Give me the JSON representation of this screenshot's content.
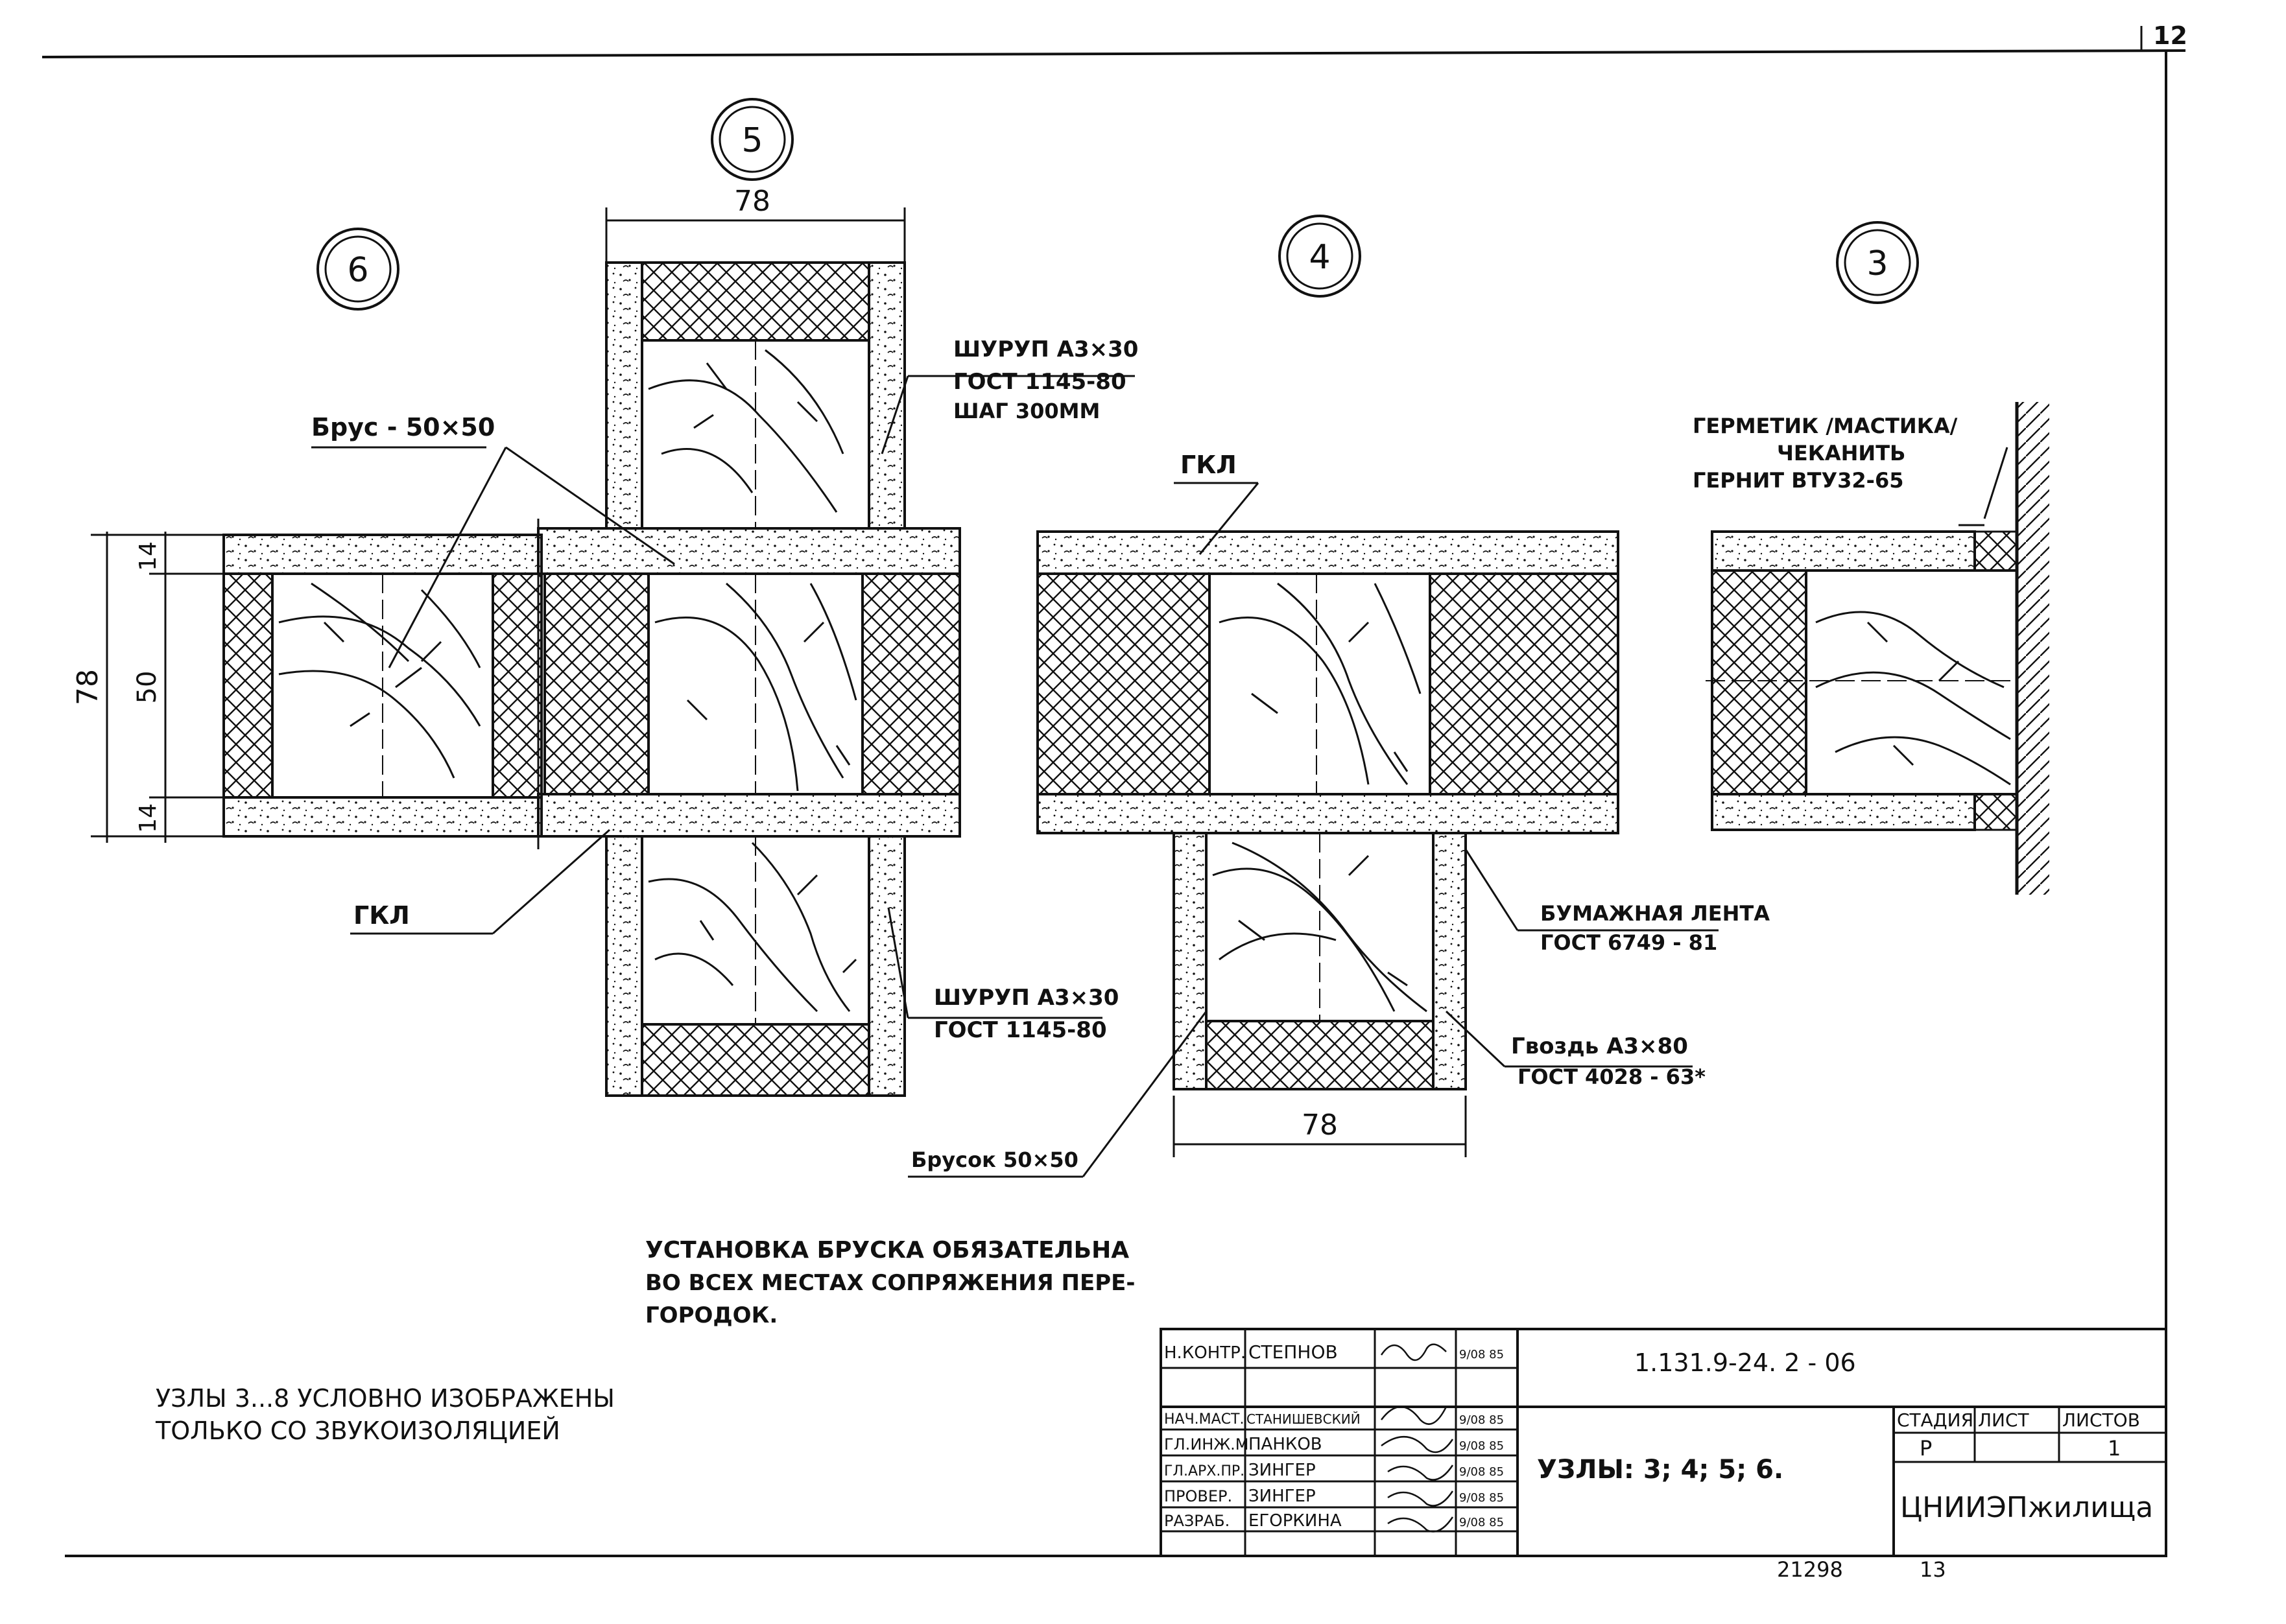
{
  "sheet_number": "12",
  "nodes": {
    "n6": "6",
    "n5": "5",
    "n4": "4",
    "n3": "3"
  },
  "dims": {
    "top_78": "78",
    "bottom_78": "78",
    "left_78": "78",
    "d14_top": "14",
    "d50": "50",
    "d14_bot": "14"
  },
  "labels": {
    "brus": "Брус - 50×50",
    "shurup_top_1": "ШУРУП А3×30",
    "shurup_top_2": "ГОСТ 1145-80",
    "shurup_top_3": "ШАГ 300ММ",
    "gkl_left": "ГКЛ",
    "gkl_mid": "ГКЛ",
    "germetik_1": "ГЕРМЕТИК /МАСТИКА/",
    "germetik_2": "ЧЕКАНИТЬ",
    "germetik_3": "ГЕРНИТ ВТУ32-65",
    "lenta_1": "БУМАЖНАЯ ЛЕНТА",
    "lenta_2": "ГОСТ 6749 - 81",
    "shurup_bot_1": "ШУРУП А3×30",
    "shurup_bot_2": "ГОСТ 1145-80",
    "gvozd_1": "Гвоздь А3×80",
    "gvozd_2": "ГОСТ 4028 - 63*",
    "brusok": "Брусок 50×50"
  },
  "notes": {
    "note1_line1": "УСТАНОВКА БРУСКА ОБЯЗАТЕЛЬНА",
    "note1_line2": "ВО ВСЕХ МЕСТАХ СОПРЯЖЕНИЯ ПЕРЕ-",
    "note1_line3": "ГОРОДОК.",
    "note2_line1": "УЗЛЫ 3...8 УСЛОВНО ИЗОБРАЖЕНЫ",
    "note2_line2": "ТОЛЬКО СО ЗВУКОИЗОЛЯЦИЕЙ"
  },
  "title_block": {
    "doc_code": "1.131.9-24. 2 - 06",
    "title": "УЗЛЫ: 3; 4; 5; 6.",
    "org": "ЦНИИЭПжилища",
    "stage_header": "СТАДИЯ",
    "sheet_header": "ЛИСТ",
    "sheets_header": "ЛИСТОВ",
    "stage_value": "Р",
    "sheet_value": "",
    "sheets_value": "1",
    "rows": [
      {
        "role": "Н.КОНТР.",
        "name": "СТЕПНОВ",
        "date": "9/08 85"
      },
      {
        "role": "НАЧ.МАСТ.",
        "name": "СТАНИШЕВСКИЙ",
        "date": "9/08 85"
      },
      {
        "role": "ГЛ.ИНЖ.М",
        "name": "ПАНКОВ",
        "date": "9/08 85"
      },
      {
        "role": "ГЛ.АРХ.ПР.",
        "name": "ЗИНГЕР",
        "date": "9/08 85"
      },
      {
        "role": "ПРОВЕР.",
        "name": "ЗИНГЕР",
        "date": "9/08 85"
      },
      {
        "role": "РАЗРАБ.",
        "name": "ЕГОРКИНА",
        "date": "9/08 85"
      }
    ]
  },
  "footer": {
    "inv": "21298",
    "page": "13"
  }
}
